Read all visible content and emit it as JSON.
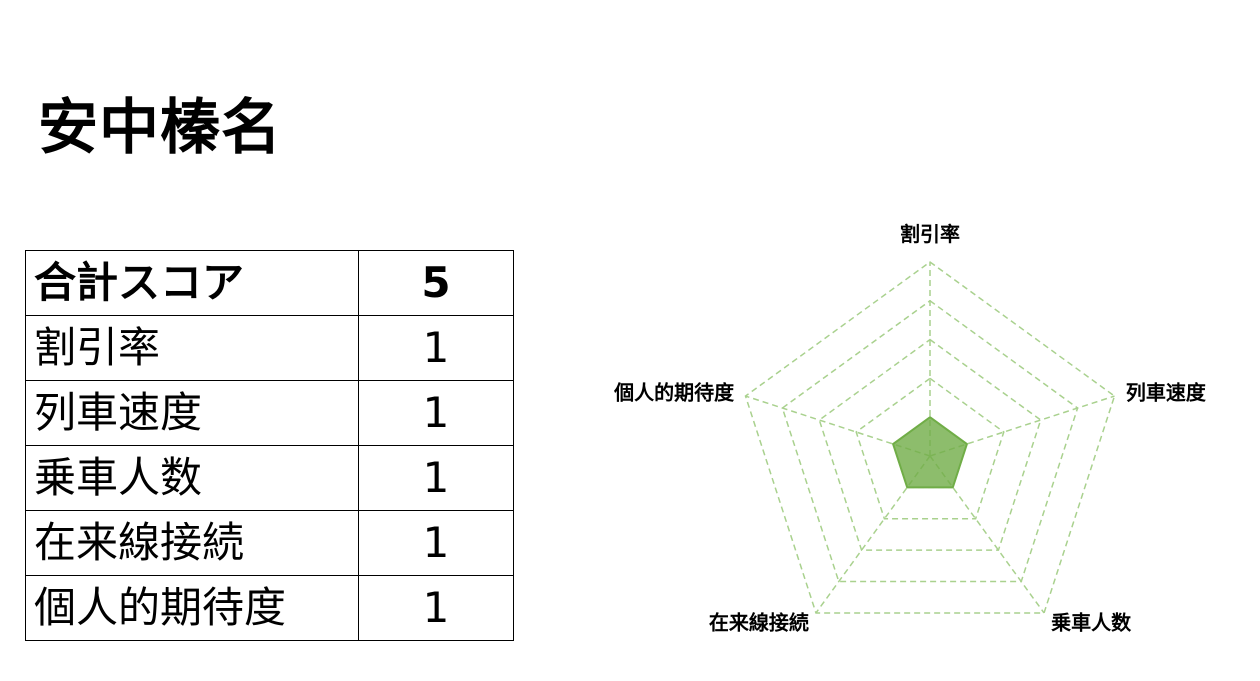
{
  "title": "安中榛名",
  "score_table": {
    "total": {
      "label": "合計スコア",
      "value": "5"
    },
    "rows": [
      {
        "label": "割引率",
        "value": "1"
      },
      {
        "label": "列車速度",
        "value": "1"
      },
      {
        "label": "乗車人数",
        "value": "1"
      },
      {
        "label": "在来線接続",
        "value": "1"
      },
      {
        "label": "個人的期待度",
        "value": "1"
      }
    ]
  },
  "chart_data": {
    "type": "radar",
    "categories": [
      "割引率",
      "列車速度",
      "乗車人数",
      "在来線接続",
      "個人的期待度"
    ],
    "series": [
      {
        "values": [
          1,
          1,
          1,
          1,
          1
        ]
      }
    ],
    "rlim": [
      0,
      5
    ],
    "r_step": 1,
    "grid": true,
    "grid_style": "dashed",
    "legend": "none",
    "colors": {
      "grid": "#a9d18e",
      "series": "#70ad47"
    }
  }
}
